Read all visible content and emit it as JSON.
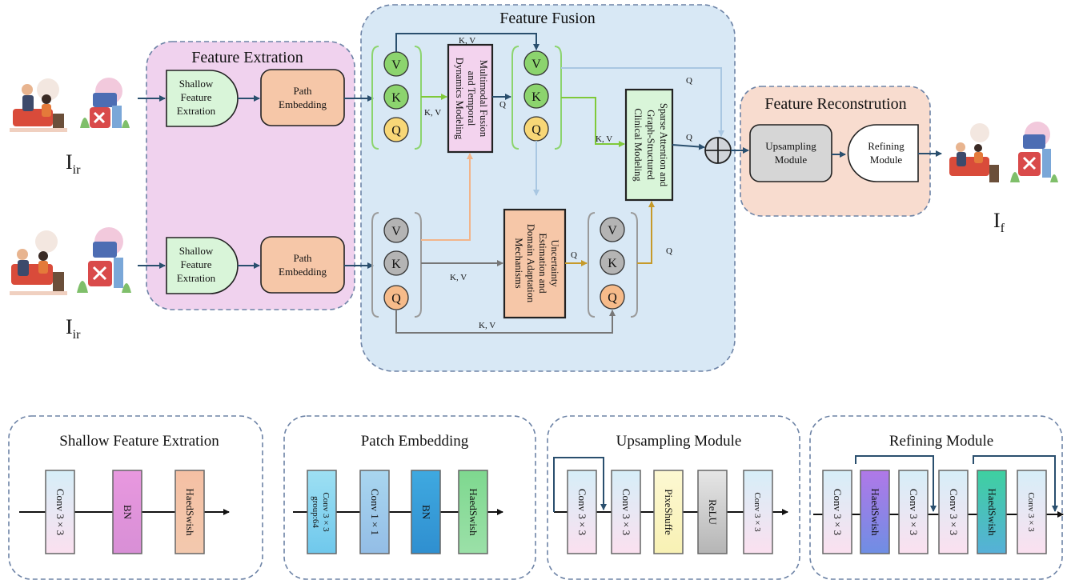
{
  "inputs": {
    "top_label": "I",
    "top_sub": "ir",
    "bottom_label": "I",
    "bottom_sub": "ir",
    "output_label": "I",
    "output_sub": "f"
  },
  "groups": {
    "extraction": "Feature Extration",
    "fusion": "Feature Fusion",
    "reconstruction": "Feature  Reconstrution"
  },
  "blocks": {
    "shallow": [
      "Shallow",
      "Feature",
      "Extration"
    ],
    "path": [
      "Path",
      "Embedding"
    ],
    "mf": [
      "Multimodal Fusion",
      "and Temporal",
      "Dynamics Modeling"
    ],
    "sa": [
      "Sparse Attention and",
      "Graph-Structured",
      "Clinical Modeling"
    ],
    "ue": [
      "Uncertainty",
      "Estimation and",
      "Domain Adaptation",
      "Mechanisms"
    ],
    "up": [
      "Upsampling",
      "Module"
    ],
    "ref": [
      "Refining",
      "Module"
    ]
  },
  "qkv": {
    "v": "V",
    "k": "K",
    "q": "Q"
  },
  "edge_labels": {
    "kv": "K,  V",
    "q": "Q"
  },
  "details": {
    "shallow": {
      "title": "Shallow Feature Extration",
      "layers": [
        "Conv 3 × 3",
        "BN",
        "HaedSwish"
      ]
    },
    "patch": {
      "title": "Patch Embedding",
      "layers": [
        [
          "Conv 3 × 3",
          "group:64"
        ],
        [
          "Conv 1 × 1"
        ],
        [
          "BN"
        ],
        [
          "HaedSwish"
        ]
      ]
    },
    "upsampling": {
      "title": "Upsampling Module",
      "layers": [
        "Conv 3 × 3",
        "Conv 3 × 3",
        "PixeShuffe",
        "ReLU",
        "Conv 3 × 3"
      ]
    },
    "refining": {
      "title": "Refining Module",
      "layers": [
        "Conv 3 × 3",
        "HaedSwish",
        "Conv 3 × 3",
        "Conv 3 × 3",
        "HaedSwish",
        "Conv 3 × 3"
      ]
    }
  },
  "colors": {
    "extraction_bg": "#f0d2ee",
    "fusion_bg": "#d8e8f5",
    "recon_bg": "#f8dccf",
    "green_block": "#d9f5d9",
    "peach_block": "#f6c7a8",
    "pink_block": "#f3d3ee",
    "green_circle": "#8cd46e",
    "gray_circle": "#b4b4b4",
    "yellow_circle": "#f8d777",
    "orange_circle": "#f6bb8a",
    "bracket_green": "#8cd46e",
    "bracket_gray": "#9a9a9a",
    "arrow_dark": "#2a4f6e",
    "arrow_green": "#7fc93a",
    "arrow_light": "#a9c7e2",
    "arrow_orange": "#f2b48a",
    "arrow_gold": "#c69a2a",
    "arrow_gray": "#777777"
  }
}
